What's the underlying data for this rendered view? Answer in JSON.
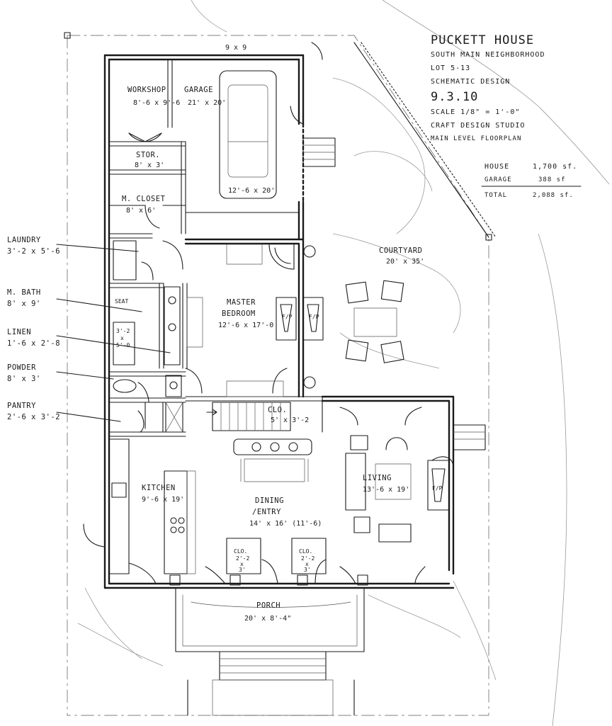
{
  "title_block": {
    "project": "PUCKETT HOUSE",
    "neighborhood": "SOUTH MAIN NEIGHBORHOOD",
    "lot": "LOT 5-13",
    "phase": "SCHEMATIC DESIGN",
    "date": "9.3.10",
    "scale": "SCALE 1/8\" = 1'-0\"",
    "firm": "CRAFT DESIGN STUDIO",
    "sheet": "MAIN LEVEL FLOORPLAN"
  },
  "areas": [
    {
      "label": "HOUSE",
      "value": "1,700 sf."
    },
    {
      "label": "GARAGE",
      "value": "388 sf"
    },
    {
      "label": "TOTAL",
      "value": "2,088 sf."
    }
  ],
  "rooms": {
    "top_dim": "9 x 9",
    "workshop": {
      "name": "WORKSHOP",
      "dim": "8'-6 x 9'-6"
    },
    "garage": {
      "name": "GARAGE",
      "dim": "21' x 20'"
    },
    "garage_bay": {
      "dim": "12'-6 x 20'"
    },
    "stor": {
      "name": "STOR.",
      "dim": "8' x 3'"
    },
    "m_closet": {
      "name": "M. CLOSET",
      "dim": "8' x 6'"
    },
    "master": {
      "name1": "MASTER",
      "name2": "BEDROOM",
      "dim": "12'-6 x 17'-0"
    },
    "courtyard": {
      "name": "COURTYARD",
      "dim": "20' x 35'"
    },
    "shower": {
      "l1": "3'-2",
      "l2": "x",
      "l3": "5'-0"
    },
    "seat": "SEAT",
    "clo_stair": {
      "name": "CLO.",
      "dim": "5' x 3'-2"
    },
    "kitchen": {
      "name": "KITCHEN",
      "dim": "9'-6 x 19'"
    },
    "dining": {
      "name1": "DINING",
      "name2": "/ENTRY",
      "dim": "14' x 16' (11'-6)"
    },
    "living": {
      "name": "LIVING",
      "dim": "13'-6 x 19'"
    },
    "clo1": {
      "name": "CLO.",
      "d1": "2'-2",
      "d2": "x",
      "d3": "3'"
    },
    "clo2": {
      "name": "CLO.",
      "d1": "2'-2",
      "d2": "x",
      "d3": "3'"
    },
    "porch": {
      "name": "PORCH",
      "dim": "20' x 8'-4\""
    },
    "fp": "F/P",
    "fp_l": "F/P",
    "fp_r": "F/P"
  },
  "callouts": [
    {
      "name": "LAUNDRY",
      "dim": "3'-2 x 5'-6"
    },
    {
      "name": "M. BATH",
      "dim": "8' x 9'"
    },
    {
      "name": "LINEN",
      "dim": "1'-6 x 2'-8"
    },
    {
      "name": "POWDER",
      "dim": "8' x 3'"
    },
    {
      "name": "PANTRY",
      "dim": "2'-6 x 3'-2"
    }
  ]
}
